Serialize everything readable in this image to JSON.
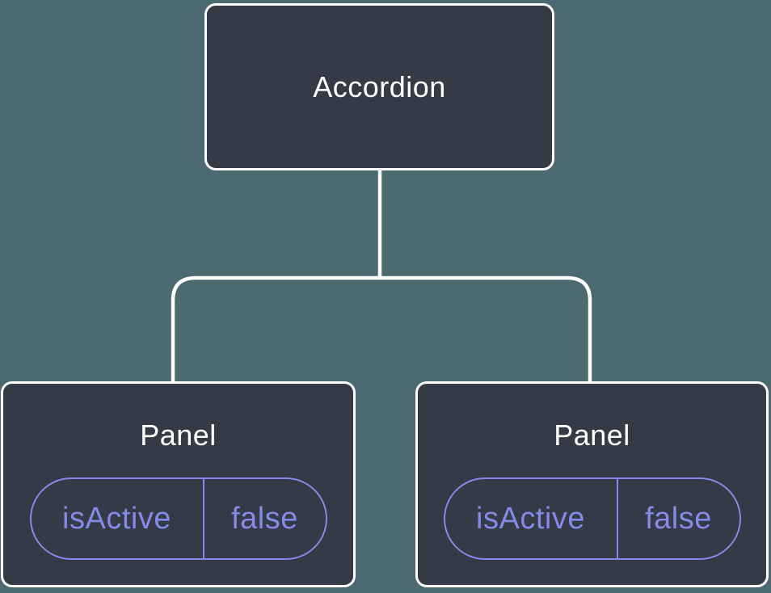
{
  "diagram": {
    "type": "component-tree",
    "root": {
      "label": "Accordion"
    },
    "children": [
      {
        "label": "Panel",
        "state": {
          "name": "isActive",
          "value": "false"
        }
      },
      {
        "label": "Panel",
        "state": {
          "name": "isActive",
          "value": "false"
        }
      }
    ]
  },
  "colors": {
    "background": "#4C6870",
    "node_fill": "#343A46",
    "node_border": "#FFFFFF",
    "connector": "#FFFFFF",
    "accent": "#848AEA",
    "label_text": "#FFFFFF"
  }
}
